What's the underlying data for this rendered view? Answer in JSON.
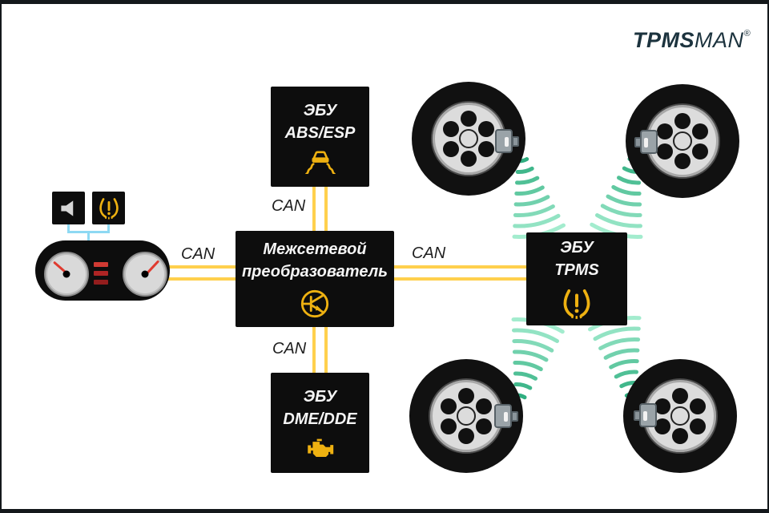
{
  "logo": {
    "bold": "TPMS",
    "light": "MAN",
    "registered": "®"
  },
  "bus": {
    "label_top": "CAN",
    "label_left": "CAN",
    "label_right": "CAN",
    "label_bottom": "CAN"
  },
  "blocks": {
    "abs": {
      "line1": "ЭБУ",
      "line2": "ABS/ESP",
      "icon": "esp-warning-icon"
    },
    "gateway": {
      "line1": "Межсетевой",
      "line2": "преобразователь",
      "icon": "transistor-icon"
    },
    "tpms": {
      "line1": "ЭБУ",
      "line2": "TPMS",
      "icon": "tpms-warning-icon"
    },
    "dme": {
      "line1": "ЭБУ",
      "line2": "DME/DDE",
      "icon": "check-engine-icon"
    }
  },
  "cluster": {
    "indicator_icons": [
      "speaker-icon",
      "tpms-warning-icon"
    ],
    "gauge_count": 2,
    "bar_reds": [
      "#cf3a33",
      "#ae2424",
      "#931d1d"
    ]
  },
  "wheels": {
    "count": 4,
    "sensor_icon": "tpms-sensor"
  },
  "colors": {
    "can_line": "#FFD04D",
    "icon_yellow": "#EEB111",
    "wireless_near": "#2FAE80",
    "wireless_far": "#A3ECCE",
    "indicator_blue": "#8ED9F3",
    "needle_red": "#E03A2F",
    "block_black": "#0D0D0D",
    "logo": "#1C333E"
  }
}
